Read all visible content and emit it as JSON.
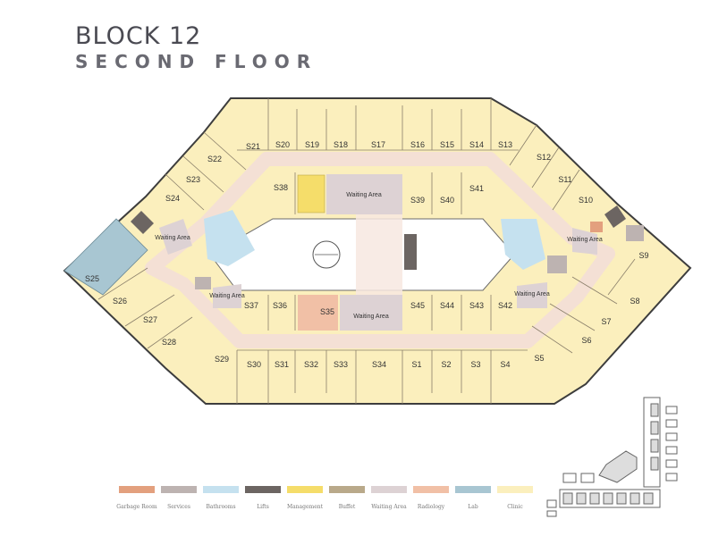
{
  "header": {
    "block": "BLOCK 12",
    "floor": "SECOND FLOOR"
  },
  "rooms": {
    "top_row": [
      "S21",
      "S20",
      "S19",
      "S18",
      "S17",
      "S16",
      "S15",
      "S14",
      "S13"
    ],
    "upper_left": [
      "S22",
      "S23",
      "S24"
    ],
    "upper_right": [
      "S12",
      "S11",
      "S10"
    ],
    "left": [
      "S25",
      "S26",
      "S27",
      "S28"
    ],
    "right": [
      "S9",
      "S8",
      "S7",
      "S6"
    ],
    "bottom_row": [
      "S29",
      "S30",
      "S31",
      "S32",
      "S33",
      "S34",
      "S1",
      "S2",
      "S3",
      "S4",
      "S5"
    ],
    "inner_top": [
      "S38",
      "S39",
      "S40",
      "S41"
    ],
    "inner_bottom": [
      "S37",
      "S36",
      "S35",
      "S45",
      "S44",
      "S43",
      "S42"
    ]
  },
  "waiting_areas": {
    "top_center": "Waiting Area",
    "bottom_center": "Waiting Area",
    "left_upper": "Waiting Area",
    "left_lower": "Waiting Area",
    "right_upper": "Waiting Area",
    "right_lower": "Waiting Area"
  },
  "legend": [
    {
      "label": "Garbage Room",
      "color": "#e3a07e"
    },
    {
      "label": "Services",
      "color": "#bdb3b1"
    },
    {
      "label": "Bathrooms",
      "color": "#c5e1ef"
    },
    {
      "label": "Lifts",
      "color": "#6c6562"
    },
    {
      "label": "Management",
      "color": "#f5dd6a"
    },
    {
      "label": "Buffet",
      "color": "#b9a98a"
    },
    {
      "label": "Waiting Area",
      "color": "#ddd2d4"
    },
    {
      "label": "Radiology",
      "color": "#f1c0a6"
    },
    {
      "label": "Lab",
      "color": "#a8c6d2"
    },
    {
      "label": "Clinic",
      "color": "#fbefbd"
    }
  ],
  "colors": {
    "clinic": "#fbefbd",
    "corridor": "#f7e8e0",
    "wall": "#3d3d3d",
    "waiting": "#ddd2d4",
    "lab": "#a8c6d2",
    "bathroom": "#c5e1ef",
    "management": "#f5dd6a",
    "radiology": "#f1c0a6",
    "lifts": "#6c6562",
    "services": "#bdb3b1",
    "garbage": "#e3a07e"
  }
}
